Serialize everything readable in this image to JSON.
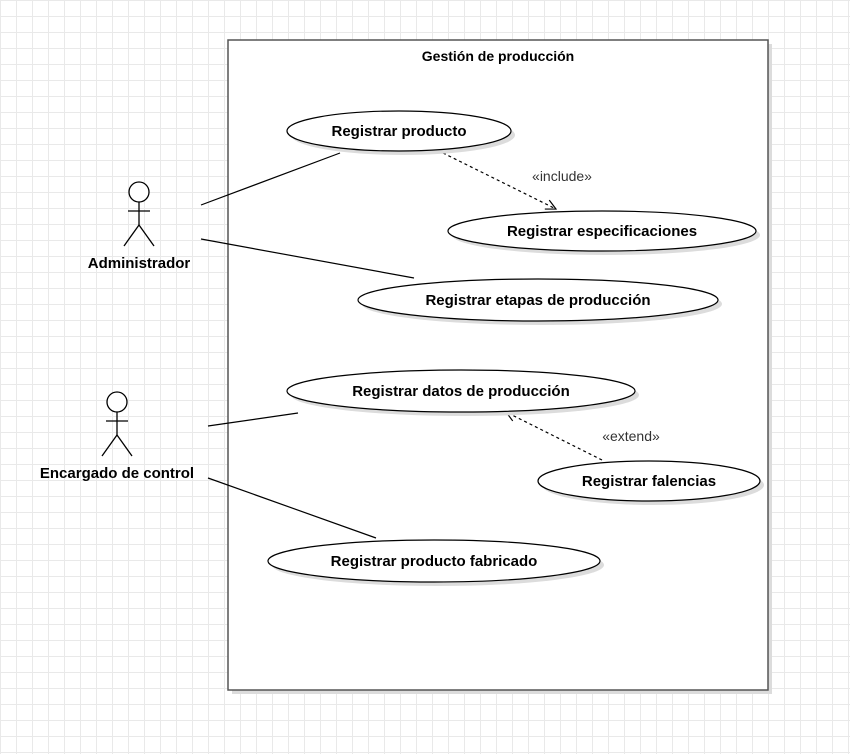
{
  "diagram": {
    "system": {
      "title": "Gestión de producción"
    },
    "actors": {
      "administrador": {
        "label": "Administrador"
      },
      "encargado": {
        "label": "Encargado de control"
      }
    },
    "use_cases": {
      "registrar_producto": {
        "label": "Registrar producto"
      },
      "registrar_especificaciones": {
        "label": "Registrar especificaciones"
      },
      "registrar_etapas": {
        "label": "Registrar etapas de producción"
      },
      "registrar_datos": {
        "label": "Registrar datos de producción"
      },
      "registrar_falencias": {
        "label": "Registrar falencias"
      },
      "registrar_producto_fabricado": {
        "label": "Registrar producto fabricado"
      }
    },
    "relations": {
      "include": {
        "label": "«include»"
      },
      "extend": {
        "label": "«extend»"
      }
    },
    "colors": {
      "stroke": "#000000",
      "boundary": "#555555",
      "shadow": "#dcdcdc",
      "label": "#333333"
    }
  }
}
